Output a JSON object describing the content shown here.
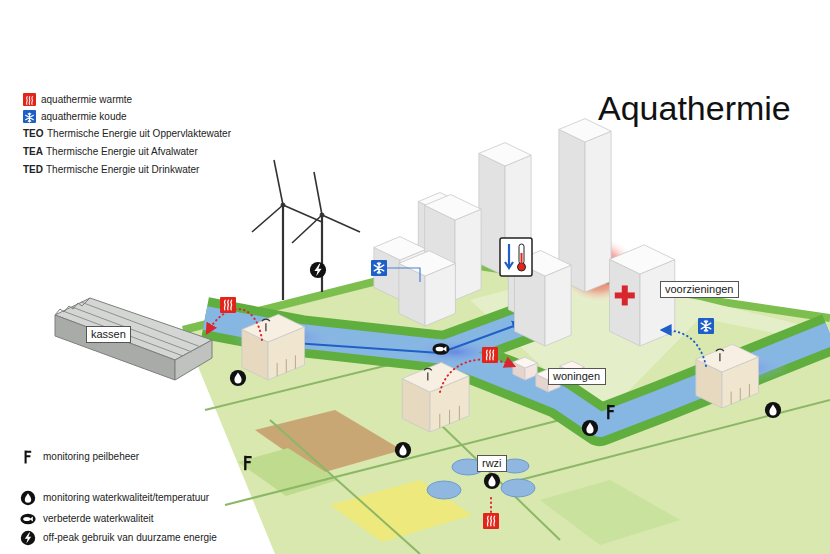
{
  "diagram": {
    "title": "Aquathermie",
    "nodes": [
      {
        "text": [
          "voorzieningen"
        ]
      },
      {
        "text": [
          "kassen"
        ]
      },
      {
        "text": [
          "woningen"
        ]
      },
      {
        "text": [
          "rwzi"
        ]
      }
    ],
    "labels": [
      "TEO",
      "Thermische Energie uit Oppervlaktewater",
      "TEA",
      "Thermische Energie uit Afvalwater",
      "TED",
      "Thermische Energie uit Drinkwater"
    ],
    "legend": [
      {
        "text": "aquathermie warmte",
        "color": "#e1251b"
      },
      {
        "text": "aquathermie koude",
        "color": "#1d5fc7"
      },
      {
        "text": "monitoring peilbeheer"
      },
      {
        "text": "monitoring waterkwaliteit/temperatuur"
      },
      {
        "text": "verbeterde waterkwaliteit"
      },
      {
        "text": "off-peak gebruik van duurzame energie"
      }
    ]
  }
}
